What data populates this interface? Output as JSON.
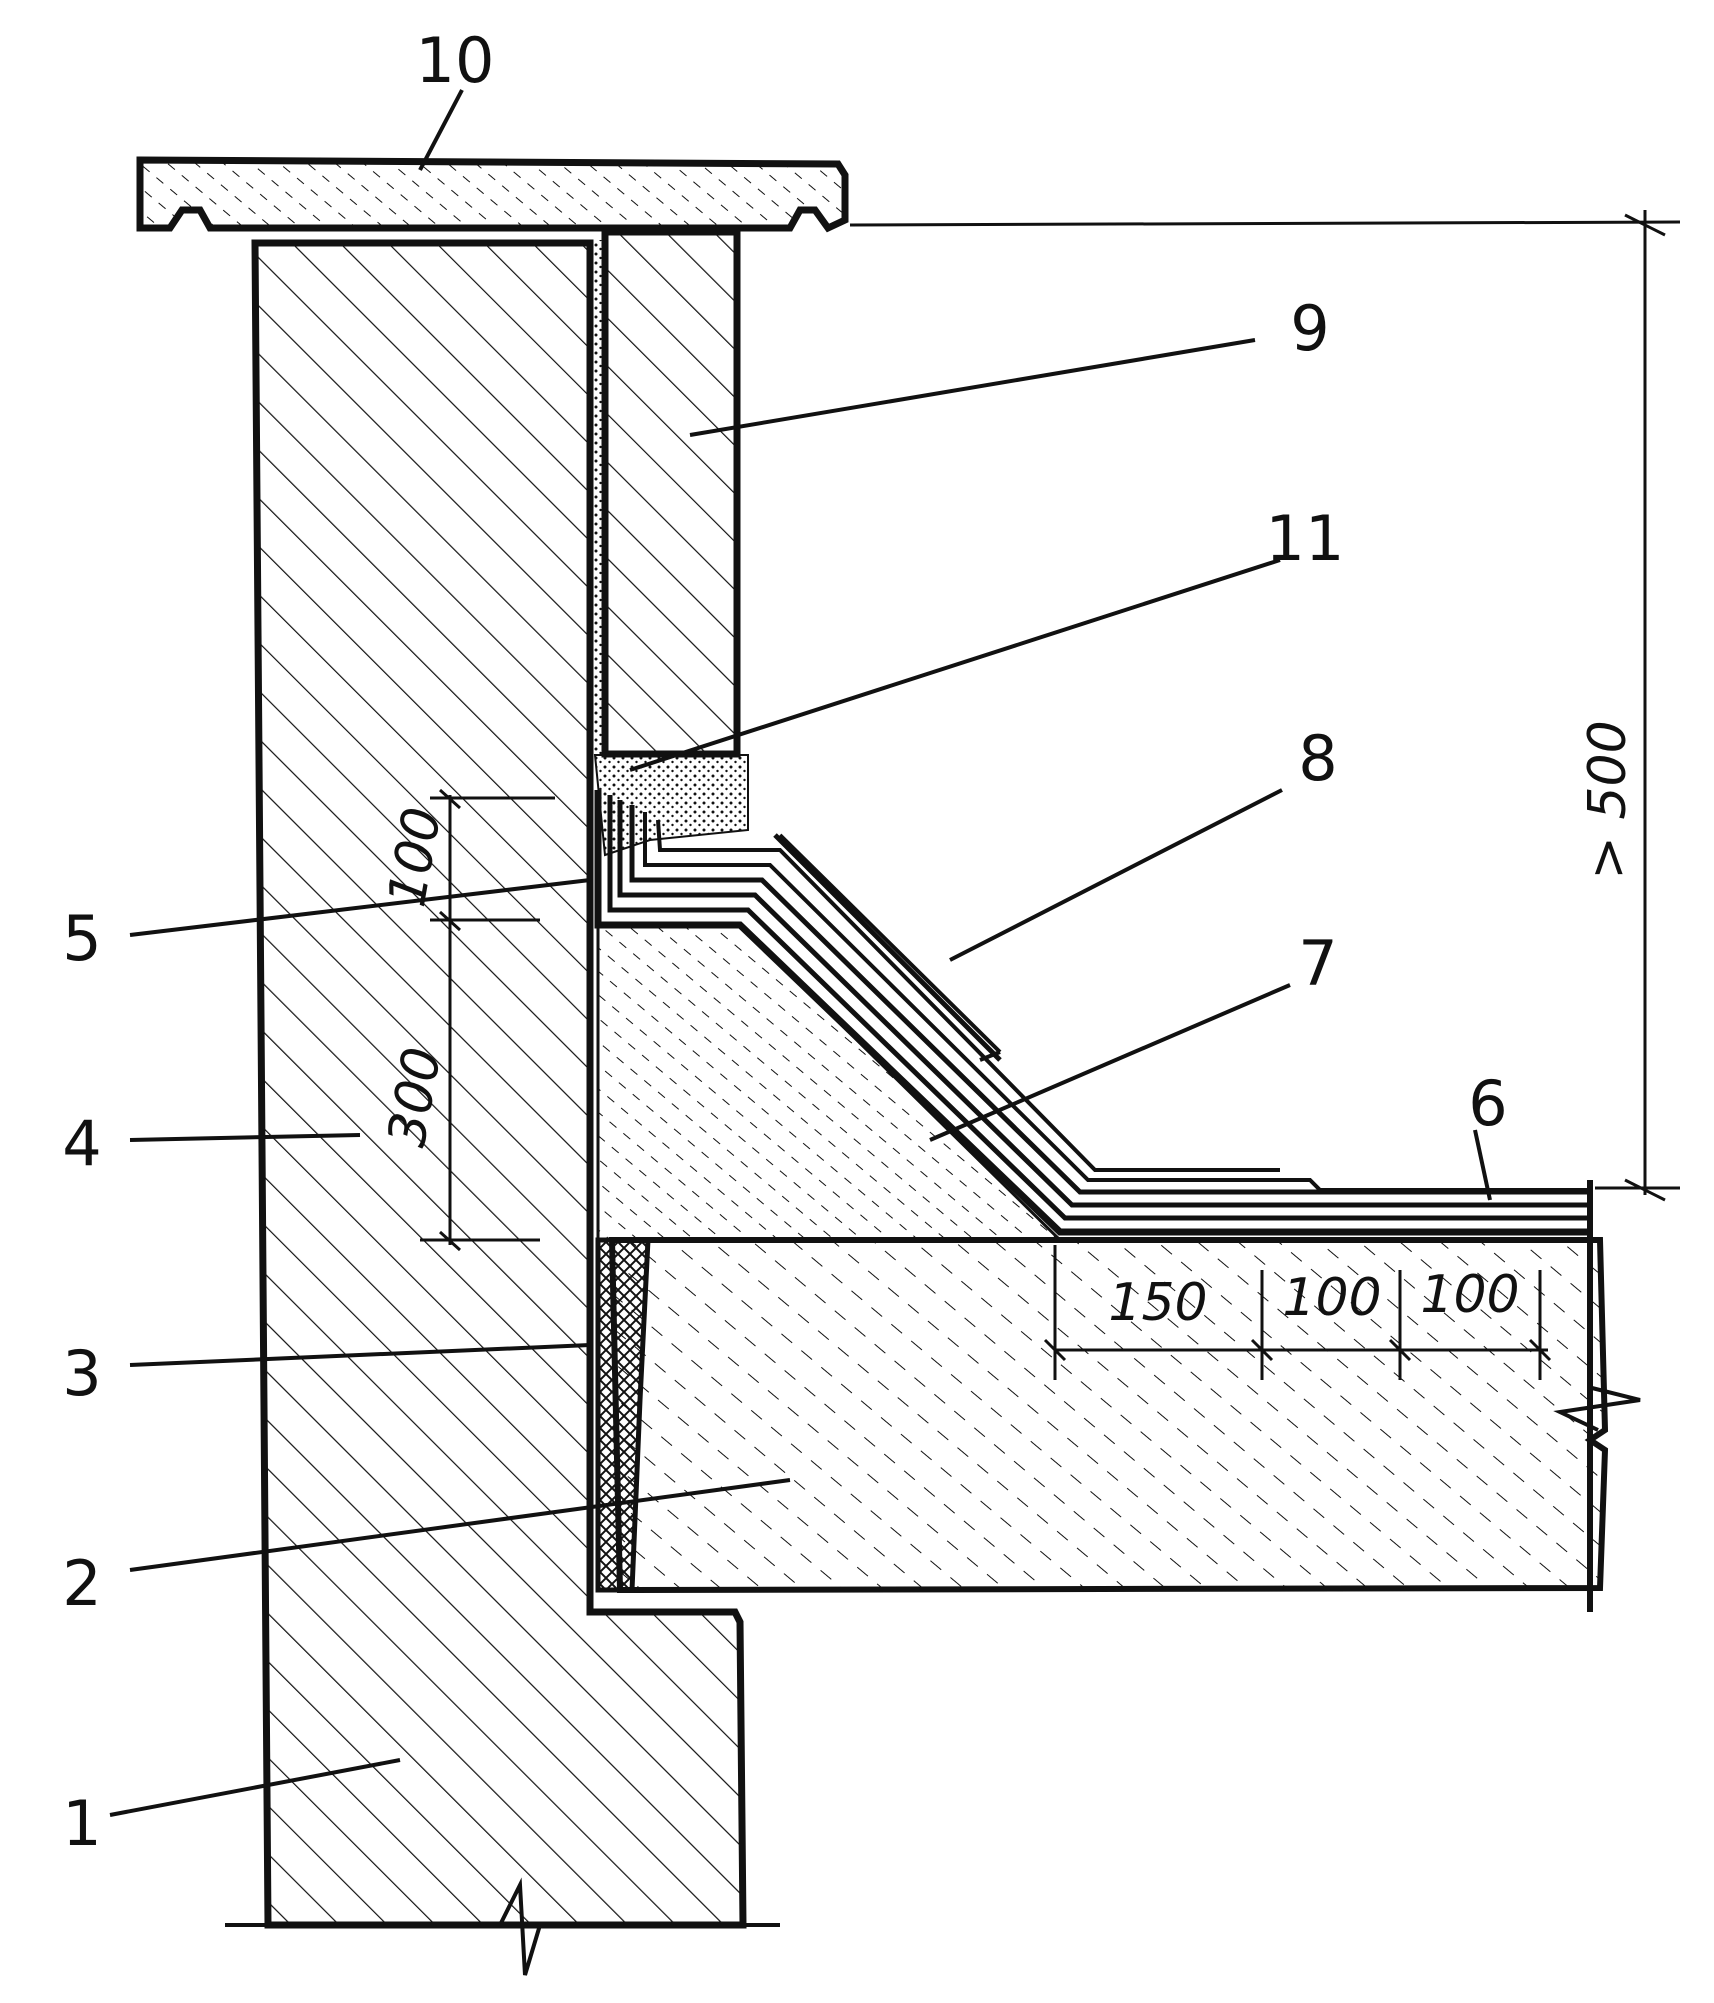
{
  "callouts": [
    {
      "id": "1",
      "text": "1"
    },
    {
      "id": "2",
      "text": "2"
    },
    {
      "id": "3",
      "text": "3"
    },
    {
      "id": "4",
      "text": "4"
    },
    {
      "id": "5",
      "text": "5"
    },
    {
      "id": "6",
      "text": "6"
    },
    {
      "id": "7",
      "text": "7"
    },
    {
      "id": "8",
      "text": "8"
    },
    {
      "id": "9",
      "text": "9"
    },
    {
      "id": "10",
      "text": "10"
    },
    {
      "id": "11",
      "text": "11"
    }
  ],
  "dimensions": {
    "upturn": "100",
    "fillet": "300",
    "parapet_height": "> 500",
    "lap_1": "150",
    "lap_2": "100",
    "lap_3": "100"
  },
  "colors": {
    "ink": "#111111",
    "paper": "#ffffff"
  }
}
